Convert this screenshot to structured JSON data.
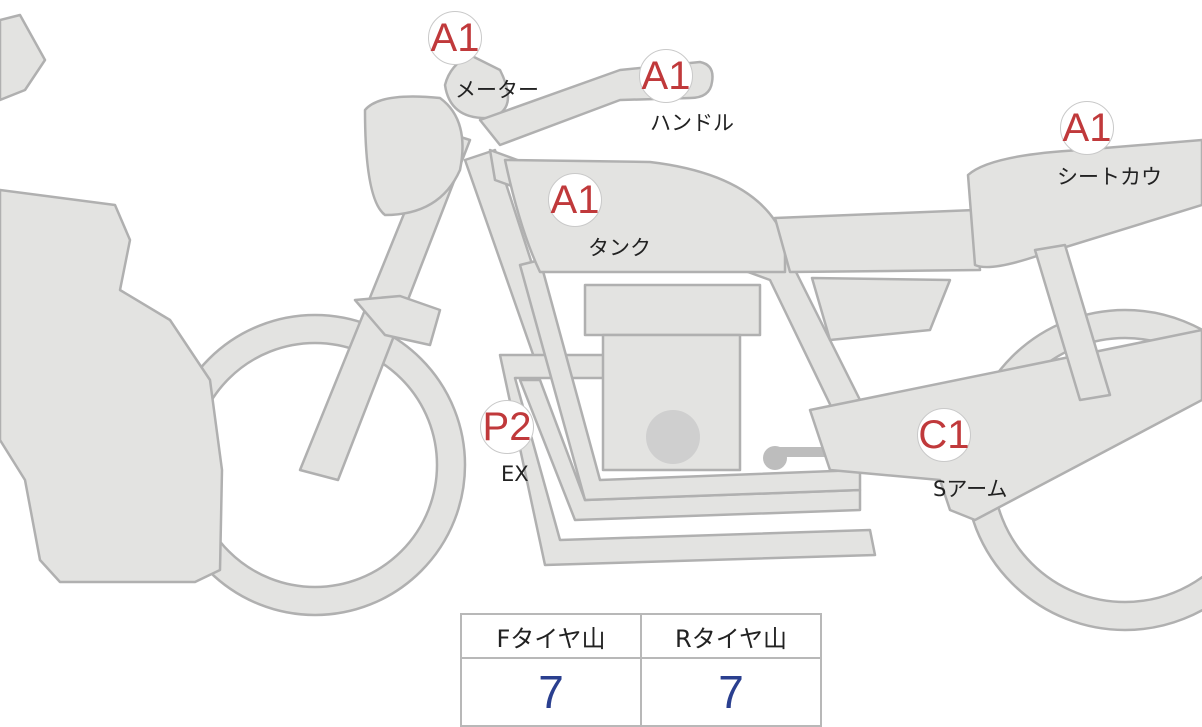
{
  "colors": {
    "part_fill": "#e3e3e1",
    "part_stroke": "#b0b0b0",
    "grade_text": "#c0393b",
    "value_text": "#2a3f8f"
  },
  "parts": [
    {
      "grade": "A1",
      "label": "メーター"
    },
    {
      "grade": "A1",
      "label": "ハンドル"
    },
    {
      "grade": "A1",
      "label": "シートカウ"
    },
    {
      "grade": "A1",
      "label": "タンク"
    },
    {
      "grade": "P2",
      "label": "EX"
    },
    {
      "grade": "C1",
      "label": "Sアーム"
    }
  ],
  "tyre_table": {
    "headers": [
      "Fタイヤ山",
      "Rタイヤ山"
    ],
    "values": [
      "7",
      "7"
    ]
  }
}
